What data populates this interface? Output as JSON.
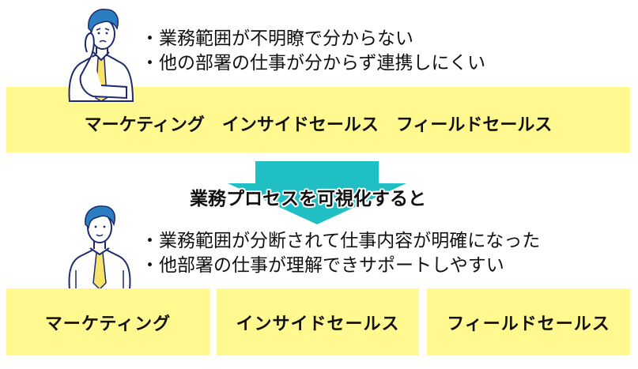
{
  "colors": {
    "yellow": "#FFF98F",
    "arrow": "#1FBFC4",
    "hair": "#2B7EC1",
    "tie": "#F9E46B",
    "line": "#1E2A6E"
  },
  "before": {
    "person_icon": "worried-businessman-icon",
    "bullets": [
      "・業務範囲が不明瞭で分からない",
      "・他の部署の仕事が分からず連携しにくい"
    ],
    "departments_label": "マーケティング　インサイドセールス　フィールドセールス"
  },
  "transition": {
    "arrow_icon": "down-arrow-icon",
    "caption": "業務プロセスを可視化すると"
  },
  "after": {
    "person_icon": "smiling-businessman-icon",
    "bullets": [
      "・業務範囲が分断されて仕事内容が明確になった",
      "・他部署の仕事が理解できサポートしやすい"
    ],
    "departments": [
      {
        "label": "マーケティング"
      },
      {
        "label": "インサイドセールス"
      },
      {
        "label": "フィールドセールス"
      }
    ]
  }
}
